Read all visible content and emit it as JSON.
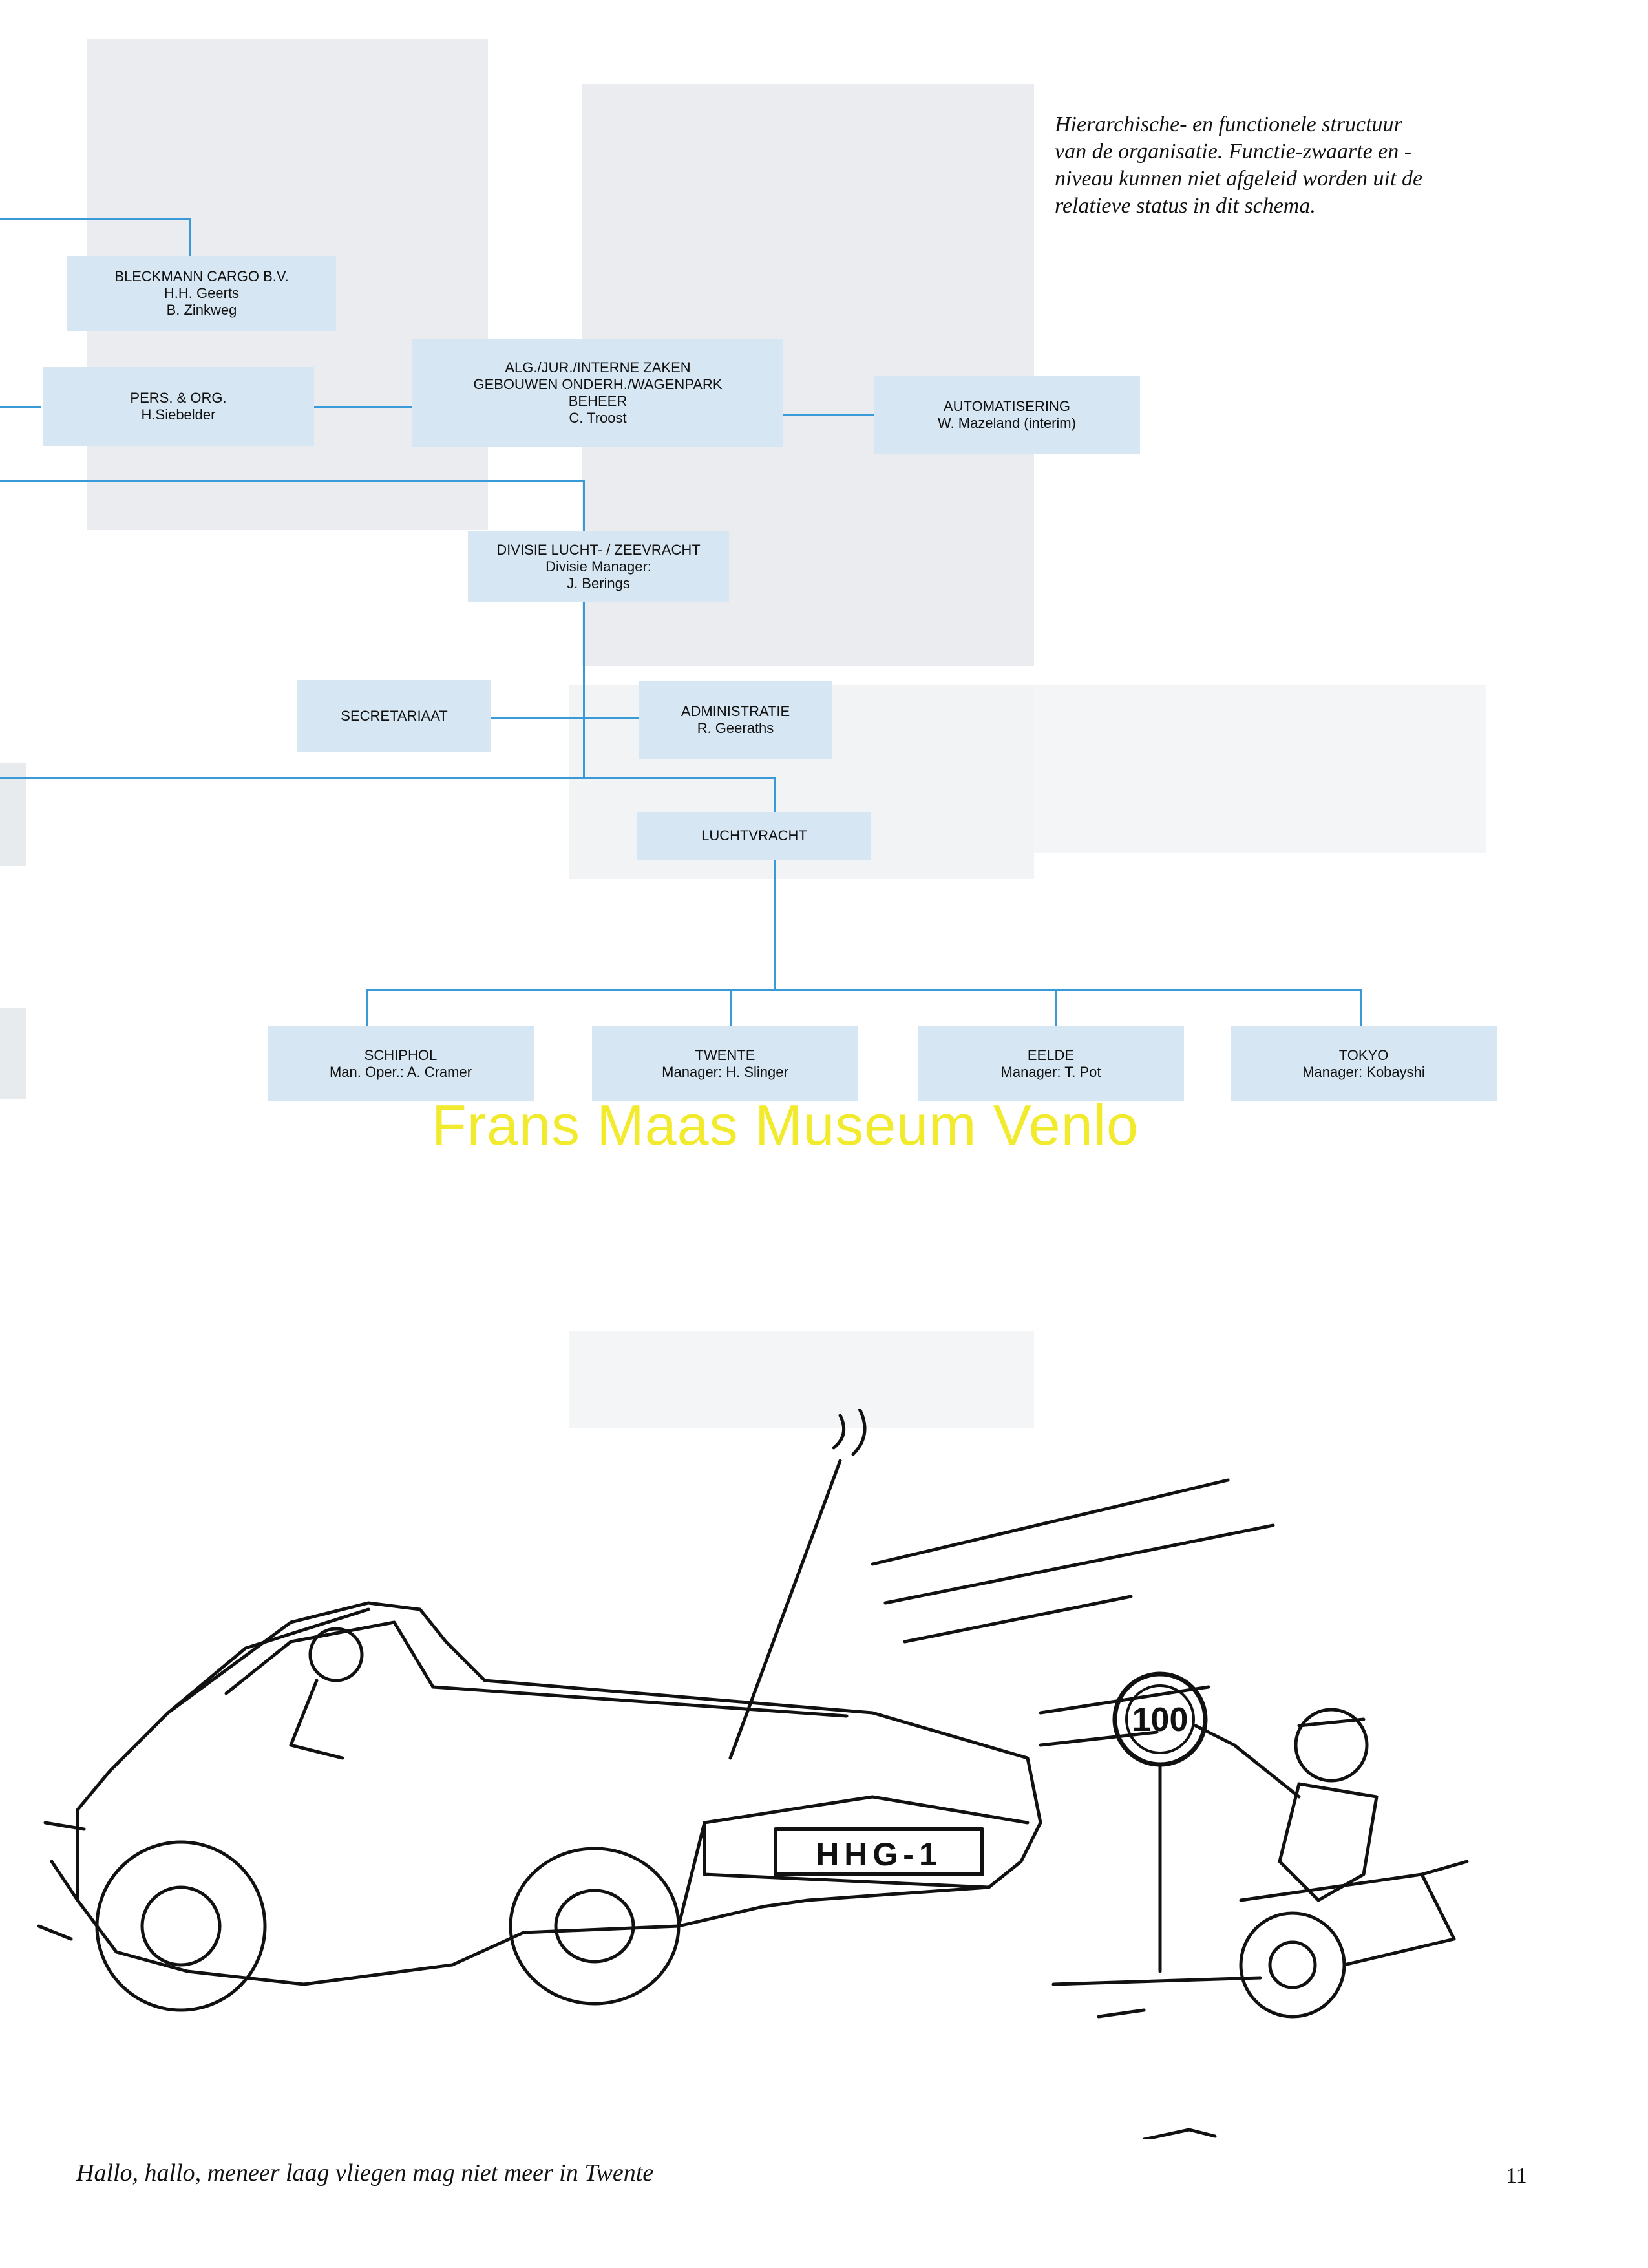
{
  "caption_top": [
    "Hierarchische- en functionele structuur",
    "van de organisatie. Functie-zwaarte en -",
    "niveau kunnen niet afgeleid worden uit de",
    "relatieve status in dit schema."
  ],
  "org": {
    "bleckmann": [
      "BLECKMANN CARGO B.V.",
      "H.H. Geerts",
      "B. Zinkweg"
    ],
    "pers_org": [
      "PERS. & ORG.",
      "H.Siebelder"
    ],
    "alg": [
      "ALG./JUR./INTERNE ZAKEN",
      "GEBOUWEN ONDERH./WAGENPARK",
      "BEHEER",
      "C. Troost"
    ],
    "automatisering": [
      "AUTOMATISERING",
      "W. Mazeland (interim)"
    ],
    "divisie": [
      "DIVISIE LUCHT- / ZEEVRACHT",
      "Divisie Manager:",
      "J. Berings"
    ],
    "secretariaat": [
      "SECRETARIAAT"
    ],
    "administratie": [
      "ADMINISTRATIE",
      "R. Geeraths"
    ],
    "luchtvracht": [
      "LUCHTVRACHT"
    ],
    "schiphol": [
      "SCHIPHOL",
      "Man. Oper.: A. Cramer"
    ],
    "twente": [
      "TWENTE",
      "Manager: H. Slinger"
    ],
    "eelde": [
      "EELDE",
      "Manager: T. Pot"
    ],
    "tokyo": [
      "TOKYO",
      "Manager: Kobayshi"
    ]
  },
  "watermark": "Frans Maas Museum Venlo",
  "cartoon": {
    "license_plate": "HHG-1",
    "speed_sign": "100"
  },
  "caption_bottom": "Hallo, hallo, meneer laag vliegen mag niet meer in Twente",
  "page_number": "11",
  "colors": {
    "box_fill": "#d6e6f3",
    "connector": "#3a9ad8",
    "watermark": "#f2ea2c"
  }
}
